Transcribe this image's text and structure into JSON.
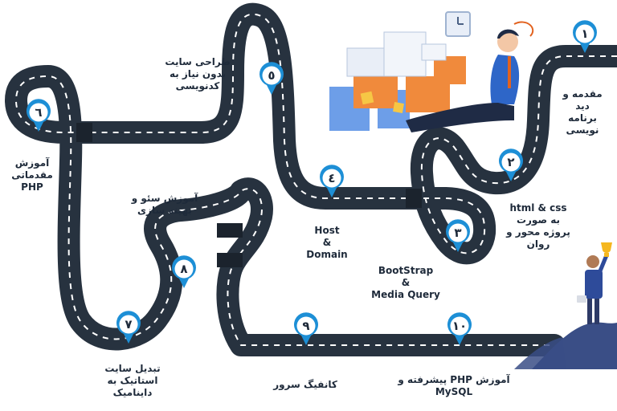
{
  "colors": {
    "road": "#27323f",
    "road_dash": "#ffffff",
    "marker_fill": "#1d8fd6",
    "marker_inner": "#ffffff",
    "text": "#1e2a3a",
    "hill": "#3a4e86",
    "box_blue": "#6d9ee8",
    "box_orange": "#f08a3c",
    "person_shirt": "#2e66c8"
  },
  "milestones": [
    {
      "number": "١",
      "label": "مقدمه و\nدید\nبرنامه\nنویسی"
    },
    {
      "number": "٢",
      "label": "html & css\nبه صورت\nپروژه محور و\nروان"
    },
    {
      "number": "٣",
      "label": "BootStrap\n&\nMedia Query"
    },
    {
      "number": "٤",
      "label": "Host\n&\nDomain"
    },
    {
      "number": "٥",
      "label": "طراحی سایت\nبدون نیاز به\nکدنویسی"
    },
    {
      "number": "٦",
      "label": "آموزش\nمقدماتی\nPHP"
    },
    {
      "number": "٧",
      "label": "تبدیل سایت\nاستاتیک به\nداینامیک"
    },
    {
      "number": "٨",
      "label": "آموزش سئو و\nبهینه سازی"
    },
    {
      "number": "٩",
      "label": "کانفیگ سرور"
    },
    {
      "number": "١٠",
      "label": "آموزش PHP پیشرفته و\nMySQL"
    }
  ],
  "illustrations": {
    "start": "stressed-developer-with-paper-stacks",
    "finish": "person-with-trophy-on-hill"
  }
}
